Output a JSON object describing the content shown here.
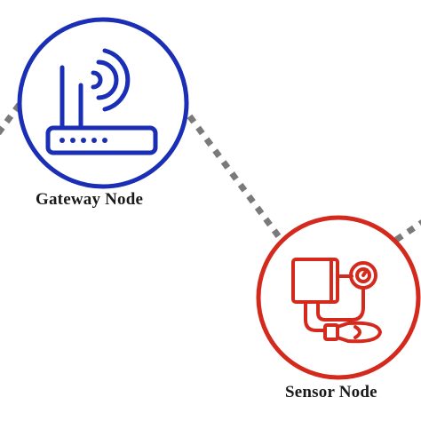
{
  "nodes": {
    "gateway": {
      "label": "Gateway Node",
      "color": "#1a2fb5",
      "icon": "wifi-router-icon"
    },
    "sensor": {
      "label": "Sensor Node",
      "color": "#d42a1e",
      "icon": "blood-pressure-monitor-icon"
    }
  },
  "links": {
    "color": "#7a7a7a",
    "style": "dotted"
  }
}
